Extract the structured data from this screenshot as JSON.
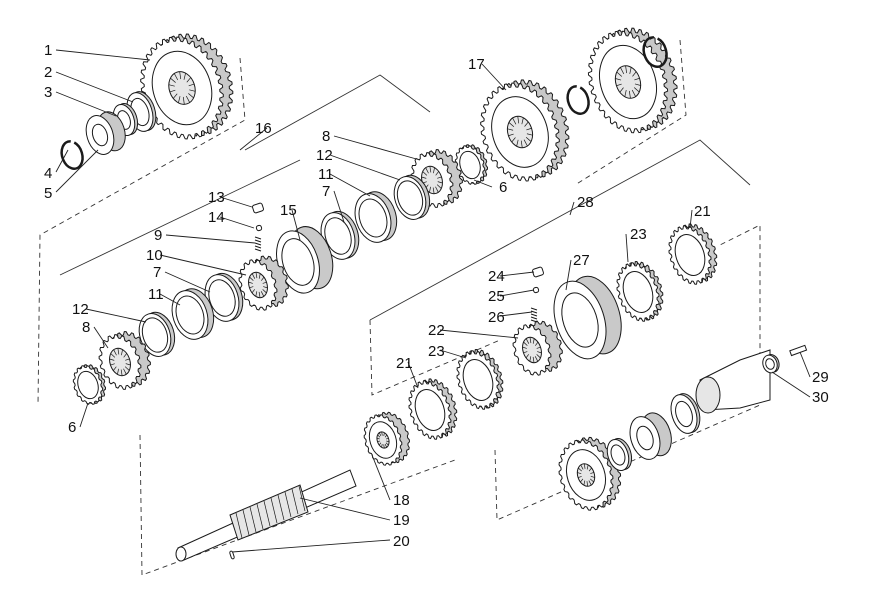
{
  "callouts": [
    {
      "n": "1"
    },
    {
      "n": "2"
    },
    {
      "n": "3"
    },
    {
      "n": "4"
    },
    {
      "n": "5"
    },
    {
      "n": "6"
    },
    {
      "n": "6"
    },
    {
      "n": "7"
    },
    {
      "n": "7"
    },
    {
      "n": "8"
    },
    {
      "n": "8"
    },
    {
      "n": "9"
    },
    {
      "n": "10"
    },
    {
      "n": "11"
    },
    {
      "n": "11"
    },
    {
      "n": "12"
    },
    {
      "n": "12"
    },
    {
      "n": "13"
    },
    {
      "n": "14"
    },
    {
      "n": "15"
    },
    {
      "n": "16"
    },
    {
      "n": "17"
    },
    {
      "n": "18"
    },
    {
      "n": "19"
    },
    {
      "n": "20"
    },
    {
      "n": "21"
    },
    {
      "n": "21"
    },
    {
      "n": "22"
    },
    {
      "n": "23"
    },
    {
      "n": "23"
    },
    {
      "n": "24"
    },
    {
      "n": "25"
    },
    {
      "n": "26"
    },
    {
      "n": "27"
    },
    {
      "n": "28"
    },
    {
      "n": "29"
    },
    {
      "n": "30"
    }
  ],
  "colors": {
    "line": "#1a1a1a",
    "part_fill": "#ffffff",
    "hub_fill": "#e6e6e6",
    "shade": "#c9c9c9"
  }
}
